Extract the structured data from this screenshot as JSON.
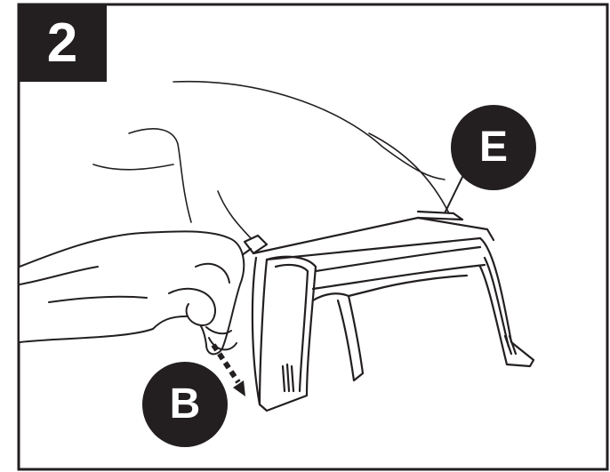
{
  "step": {
    "number": "2"
  },
  "callouts": [
    {
      "label": "E"
    },
    {
      "label": "B"
    }
  ],
  "colors": {
    "ink": "#231f20",
    "background": "#ffffff"
  }
}
